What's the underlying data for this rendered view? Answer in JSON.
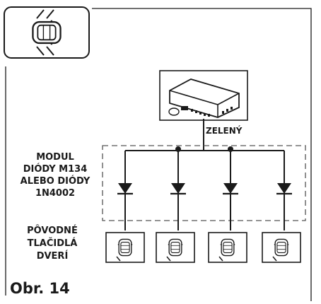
{
  "diagram": {
    "module_label": "ZELENÝ",
    "diode_label": [
      "MODUL",
      "DIÓDY M134",
      "ALEBO DIÓDY",
      "1N4002"
    ],
    "switch_label": [
      "PÔVODNÉ",
      "TLAČIDLÁ",
      "DVERÍ"
    ],
    "figure_label": "Obr. 14",
    "diode_count": 4,
    "switch_count": 4
  },
  "colors": {
    "stroke": "#1a1a1a",
    "background": "#ffffff",
    "dash": "#555555"
  },
  "icons": [
    "car-top-view-icon",
    "alarm-module-icon",
    "diode-icon",
    "door-switch-icon",
    "junction-dot-icon"
  ]
}
